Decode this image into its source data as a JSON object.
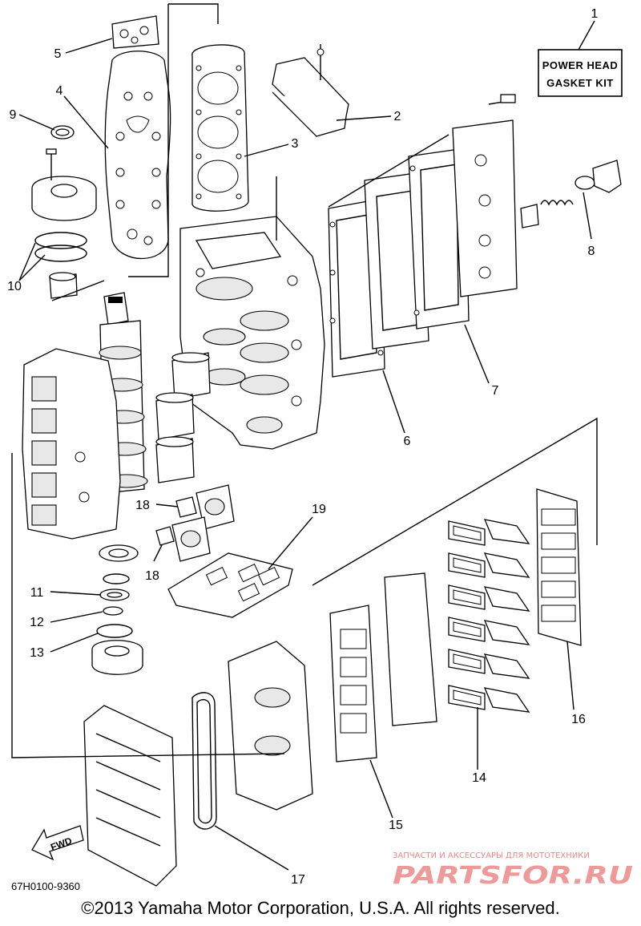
{
  "kit_label": {
    "line1": "POWER HEAD",
    "line2": "GASKET KIT"
  },
  "part_number": "67H0100-9360",
  "fwd_label": "FWD",
  "watermark": {
    "top": "ЗАПЧАСТИ И АКСЕССУАРЫ ДЛЯ МОТОТЕХНИКИ",
    "brand": "PARTSFOR.RU"
  },
  "copyright": "©2013 Yamaha Motor Corporation, U.S.A. All rights reserved.",
  "callouts": {
    "c1": "1",
    "c2": "2",
    "c3": "3",
    "c4": "4",
    "c5": "5",
    "c6": "6",
    "c7": "7",
    "c8": "8",
    "c9": "9",
    "c10": "10",
    "c11": "11",
    "c12": "12",
    "c13": "13",
    "c14": "14",
    "c15": "15",
    "c16": "16",
    "c17": "17",
    "c18a": "18",
    "c18b": "18",
    "c19": "19"
  },
  "colors": {
    "line": "#000000",
    "watermark": "#ec9a9a"
  }
}
